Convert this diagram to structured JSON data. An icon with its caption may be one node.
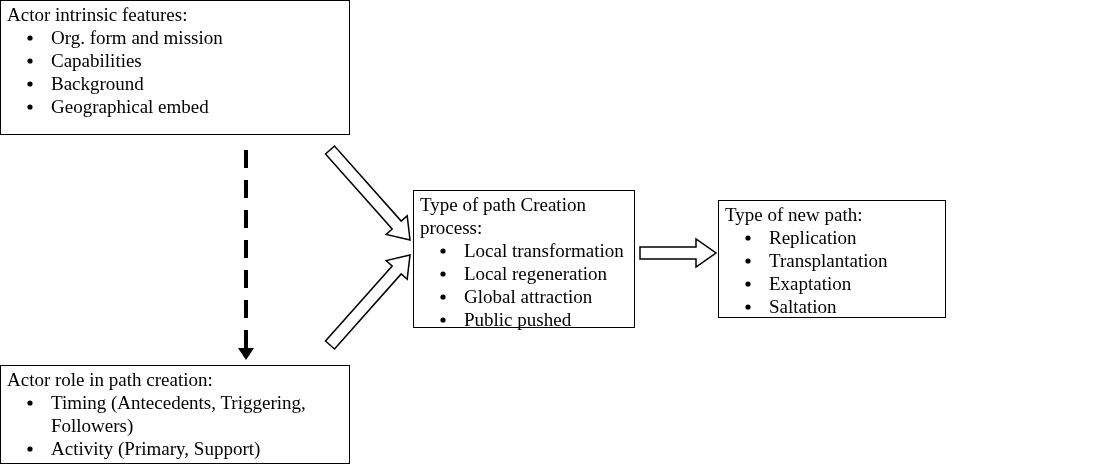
{
  "diagram": {
    "nodes": [
      {
        "text": [
          "Actor intrinsic features:",
          "Org. form and mission",
          "Capabilities",
          "Background",
          "Geographical embed"
        ]
      },
      {
        "text": [
          "Actor role in path creation:",
          "Timing (Antecedents, Triggering, Followers)",
          "Activity (Primary, Support)"
        ]
      },
      {
        "text": [
          "Type of path Creation process:",
          "Local transformation",
          "Local regeneration",
          "Global attraction",
          "Public pushed"
        ]
      },
      {
        "text": [
          "Type of new path:",
          "Replication",
          "Transplantation",
          "Exaptation",
          "Saltation"
        ]
      }
    ],
    "edges": [
      {
        "from": 0,
        "to": 1,
        "arrow": "to",
        "style": "dashed"
      },
      {
        "from": 0,
        "to": 2,
        "arrow": "to"
      },
      {
        "from": 1,
        "to": 2,
        "arrow": "to"
      },
      {
        "from": 2,
        "to": 3,
        "arrow": "to"
      }
    ]
  }
}
